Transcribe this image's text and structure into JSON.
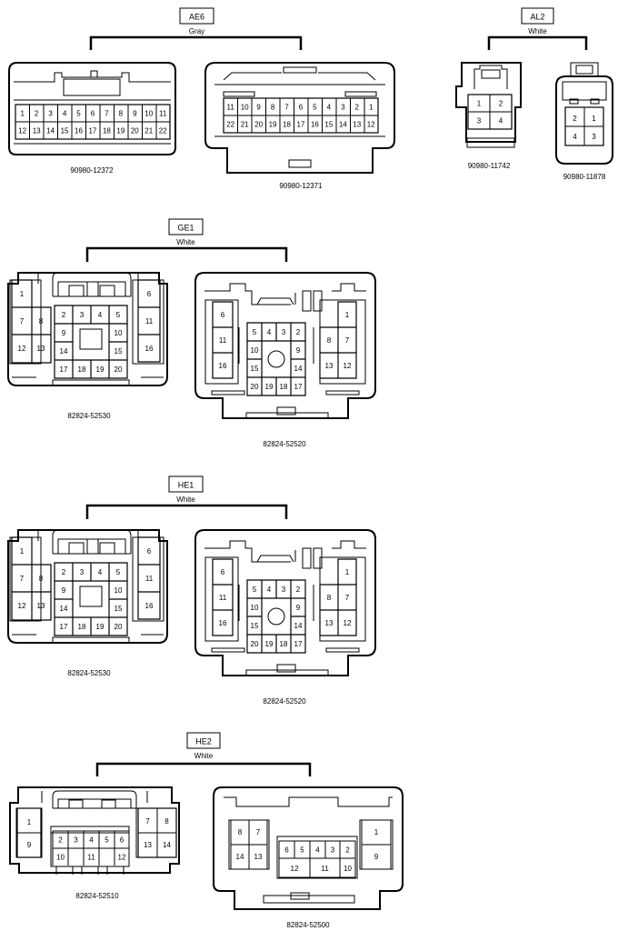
{
  "groups": [
    {
      "id": "ae6",
      "label": "AE6",
      "color": "Gray",
      "connectors": [
        {
          "part": "90980-12372",
          "pins_top": [
            "1",
            "2",
            "3",
            "4",
            "5",
            "6",
            "7",
            "8",
            "9",
            "10",
            "11"
          ],
          "pins_bottom": [
            "12",
            "13",
            "14",
            "15",
            "16",
            "17",
            "18",
            "19",
            "20",
            "21",
            "22"
          ]
        },
        {
          "part": "90980-12371",
          "pins_top": [
            "11",
            "10",
            "9",
            "8",
            "7",
            "6",
            "5",
            "4",
            "3",
            "2",
            "1"
          ],
          "pins_bottom": [
            "22",
            "21",
            "20",
            "19",
            "18",
            "17",
            "16",
            "15",
            "14",
            "13",
            "12"
          ]
        }
      ]
    },
    {
      "id": "al2",
      "label": "AL2",
      "color": "White",
      "connectors": [
        {
          "part": "90980-11742",
          "pins": [
            "1",
            "2",
            "3",
            "4"
          ]
        },
        {
          "part": "90980-11878",
          "pins": [
            "2",
            "1",
            "4",
            "3"
          ]
        }
      ]
    },
    {
      "id": "ge1",
      "label": "GE1",
      "color": "White",
      "connectors": [
        {
          "part": "82824-52530",
          "left": [
            "1",
            "7",
            "8",
            "12",
            "13"
          ],
          "center": [
            "2",
            "3",
            "4",
            "5",
            "9",
            "10",
            "14",
            "15",
            "17",
            "18",
            "19",
            "20"
          ],
          "right": [
            "6",
            "11",
            "16"
          ]
        },
        {
          "part": "82824-52520",
          "left": [
            "6",
            "11",
            "16"
          ],
          "center": [
            "5",
            "4",
            "3",
            "2",
            "10",
            "9",
            "15",
            "14",
            "20",
            "19",
            "18",
            "17"
          ],
          "right": [
            "1",
            "8",
            "7",
            "13",
            "12"
          ]
        }
      ]
    },
    {
      "id": "he1",
      "label": "HE1",
      "color": "White",
      "connectors": [
        {
          "part": "82824-52530",
          "left": [
            "1",
            "7",
            "8",
            "12",
            "13"
          ],
          "center": [
            "2",
            "3",
            "4",
            "5",
            "9",
            "10",
            "14",
            "15",
            "17",
            "18",
            "19",
            "20"
          ],
          "right": [
            "6",
            "11",
            "16"
          ]
        },
        {
          "part": "82824-52520",
          "left": [
            "6",
            "11",
            "16"
          ],
          "center": [
            "5",
            "4",
            "3",
            "2",
            "10",
            "9",
            "15",
            "14",
            "20",
            "19",
            "18",
            "17"
          ],
          "right": [
            "1",
            "8",
            "7",
            "13",
            "12"
          ]
        }
      ]
    },
    {
      "id": "he2",
      "label": "HE2",
      "color": "White",
      "connectors": [
        {
          "part": "82824-52510",
          "left": [
            "1",
            "9"
          ],
          "center": [
            "2",
            "3",
            "4",
            "5",
            "6",
            "10",
            "11",
            "12"
          ],
          "right": [
            "7",
            "8",
            "13",
            "14"
          ]
        },
        {
          "part": "82824-52500",
          "left": [
            "8",
            "7",
            "14",
            "13"
          ],
          "center": [
            "6",
            "5",
            "4",
            "3",
            "2",
            "12",
            "11",
            "10"
          ],
          "right": [
            "1",
            "9"
          ]
        }
      ]
    }
  ]
}
